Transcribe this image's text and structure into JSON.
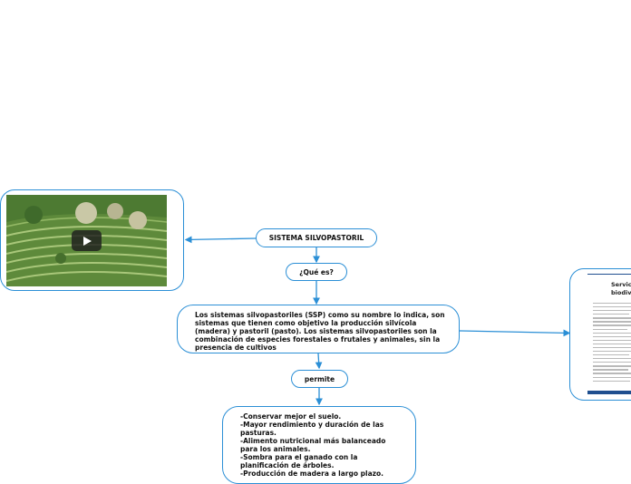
{
  "colors": {
    "accent": "#2b8fd6",
    "connector": "#2b8fd6",
    "doc_band": "#1f4f8f"
  },
  "nodes": {
    "root": "SISTEMA SILVOPASTORIL",
    "question": "¿Qué es?",
    "definition": "Los sistemas silvopastoriles (SSP) como su nombre lo indica, son sistemas que tienen como objetivo la producción silvícola (madera) y pastoril (pasto).  Los sistemas silvopastoriles son la combinación de especies forestales o frutales y animales, sin la presencia de cultivos",
    "permits": "permite",
    "benefits": [
      "-Conservar mejor el suelo.",
      "-Mayor rendimiento y duración de las pasturas.",
      "-Alimento nutricional más balanceado para los animales.",
      "-Sombra para el ganado con la planificación de árboles.",
      "-Producción de madera a largo plazo."
    ]
  },
  "attachments": {
    "video": {
      "icon": "play-icon"
    },
    "document": {
      "title": "Servici biodiv"
    }
  }
}
